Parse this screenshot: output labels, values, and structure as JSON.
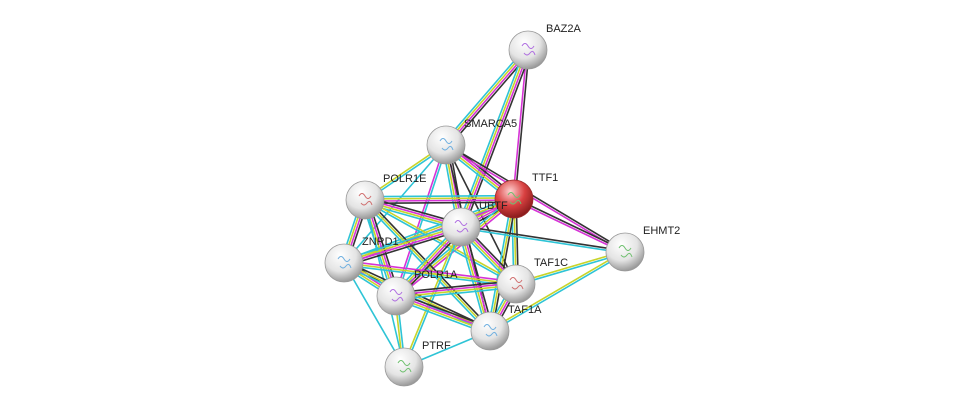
{
  "network": {
    "nodes": [
      {
        "id": "BAZ2A",
        "label": "BAZ2A",
        "query": false
      },
      {
        "id": "SMARCA5",
        "label": "SMARCA5",
        "query": false
      },
      {
        "id": "TTF1",
        "label": "TTF1",
        "query": true
      },
      {
        "id": "POLR1E",
        "label": "POLR1E",
        "query": false
      },
      {
        "id": "UBTF",
        "label": "UBTF",
        "query": false
      },
      {
        "id": "ZNRD1",
        "label": "ZNRD1",
        "query": false
      },
      {
        "id": "EHMT2",
        "label": "EHMT2",
        "query": false
      },
      {
        "id": "TAF1C",
        "label": "TAF1C",
        "query": false
      },
      {
        "id": "POLR1A",
        "label": "POLR1A",
        "query": false
      },
      {
        "id": "TAF1A",
        "label": "TAF1A",
        "query": false
      },
      {
        "id": "PTRF",
        "label": "PTRF",
        "query": false
      }
    ],
    "evidence_colors": {
      "coexpression": "#333333",
      "experiments": "#d633d6",
      "textmining": "#c8d42a",
      "database": "#2ec4d6"
    },
    "node_colors": {
      "query": "#d84040",
      "other": "#e6e6e6"
    },
    "edges": [
      [
        "BAZ2A",
        "SMARCA5",
        [
          "coexpression",
          "experiments",
          "textmining",
          "database"
        ]
      ],
      [
        "BAZ2A",
        "TTF1",
        [
          "coexpression",
          "experiments"
        ]
      ],
      [
        "BAZ2A",
        "UBTF",
        [
          "coexpression",
          "experiments",
          "textmining",
          "database"
        ]
      ],
      [
        "SMARCA5",
        "TTF1",
        [
          "coexpression",
          "experiments",
          "textmining",
          "database"
        ]
      ],
      [
        "SMARCA5",
        "POLR1E",
        [
          "database",
          "textmining"
        ]
      ],
      [
        "SMARCA5",
        "UBTF",
        [
          "coexpression",
          "experiments",
          "textmining",
          "database"
        ]
      ],
      [
        "SMARCA5",
        "ZNRD1",
        [
          "database"
        ]
      ],
      [
        "SMARCA5",
        "POLR1A",
        [
          "database",
          "experiments"
        ]
      ],
      [
        "SMARCA5",
        "TAF1C",
        [
          "coexpression"
        ]
      ],
      [
        "SMARCA5",
        "TAF1A",
        [
          "coexpression"
        ]
      ],
      [
        "SMARCA5",
        "EHMT2",
        [
          "coexpression",
          "experiments"
        ]
      ],
      [
        "TTF1",
        "POLR1E",
        [
          "coexpression",
          "experiments",
          "textmining",
          "database"
        ]
      ],
      [
        "TTF1",
        "UBTF",
        [
          "coexpression",
          "experiments",
          "textmining",
          "database"
        ]
      ],
      [
        "TTF1",
        "ZNRD1",
        [
          "experiments",
          "textmining",
          "database"
        ]
      ],
      [
        "TTF1",
        "POLR1A",
        [
          "experiments",
          "textmining",
          "database"
        ]
      ],
      [
        "TTF1",
        "TAF1C",
        [
          "coexpression",
          "textmining",
          "database"
        ]
      ],
      [
        "TTF1",
        "TAF1A",
        [
          "coexpression",
          "textmining",
          "database"
        ]
      ],
      [
        "TTF1",
        "EHMT2",
        [
          "coexpression",
          "experiments"
        ]
      ],
      [
        "POLR1E",
        "UBTF",
        [
          "coexpression",
          "experiments",
          "textmining",
          "database"
        ]
      ],
      [
        "POLR1E",
        "ZNRD1",
        [
          "coexpression",
          "experiments",
          "textmining",
          "database"
        ]
      ],
      [
        "POLR1E",
        "POLR1A",
        [
          "coexpression",
          "experiments",
          "textmining",
          "database"
        ]
      ],
      [
        "POLR1E",
        "TAF1A",
        [
          "coexpression",
          "textmining",
          "database"
        ]
      ],
      [
        "POLR1E",
        "TAF1C",
        [
          "textmining",
          "database"
        ]
      ],
      [
        "POLR1E",
        "PTRF",
        [
          "database"
        ]
      ],
      [
        "UBTF",
        "ZNRD1",
        [
          "coexpression",
          "experiments",
          "textmining",
          "database"
        ]
      ],
      [
        "UBTF",
        "POLR1A",
        [
          "coexpression",
          "experiments",
          "textmining",
          "database"
        ]
      ],
      [
        "UBTF",
        "TAF1C",
        [
          "coexpression",
          "experiments",
          "textmining",
          "database"
        ]
      ],
      [
        "UBTF",
        "TAF1A",
        [
          "coexpression",
          "experiments",
          "textmining",
          "database"
        ]
      ],
      [
        "UBTF",
        "EHMT2",
        [
          "coexpression",
          "database"
        ]
      ],
      [
        "UBTF",
        "PTRF",
        [
          "database",
          "textmining"
        ]
      ],
      [
        "ZNRD1",
        "POLR1A",
        [
          "coexpression",
          "experiments",
          "textmining",
          "database"
        ]
      ],
      [
        "ZNRD1",
        "TAF1A",
        [
          "coexpression",
          "textmining",
          "database"
        ]
      ],
      [
        "ZNRD1",
        "TAF1C",
        [
          "experiments",
          "textmining",
          "database"
        ]
      ],
      [
        "ZNRD1",
        "PTRF",
        [
          "database"
        ]
      ],
      [
        "POLR1A",
        "TAF1C",
        [
          "coexpression",
          "experiments",
          "textmining",
          "database"
        ]
      ],
      [
        "POLR1A",
        "TAF1A",
        [
          "coexpression",
          "experiments",
          "textmining",
          "database"
        ]
      ],
      [
        "POLR1A",
        "PTRF",
        [
          "database",
          "textmining"
        ]
      ],
      [
        "TAF1C",
        "TAF1A",
        [
          "coexpression",
          "experiments",
          "textmining",
          "database"
        ]
      ],
      [
        "TAF1C",
        "EHMT2",
        [
          "textmining",
          "database"
        ]
      ],
      [
        "TAF1A",
        "PTRF",
        [
          "database"
        ]
      ],
      [
        "TAF1A",
        "EHMT2",
        [
          "textmining",
          "database"
        ]
      ]
    ]
  }
}
